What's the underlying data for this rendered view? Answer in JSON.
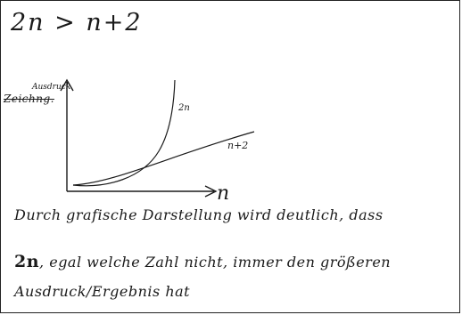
{
  "document": {
    "heading": "2n > n+2",
    "figure_label": "Zeichng.",
    "axes": {
      "y_label": "Ausdruck",
      "x_label": "n"
    },
    "curve_labels": {
      "exponential": "2n",
      "linear": "n+2"
    },
    "text_lines": {
      "line1": "Durch grafische Darstellung wird deutlich, dass",
      "line2_bold": "2n",
      "line2_rest": ", egal welche Zahl nicht, immer den größeren",
      "line3": "Ausdruck/Ergebnis hat"
    }
  }
}
